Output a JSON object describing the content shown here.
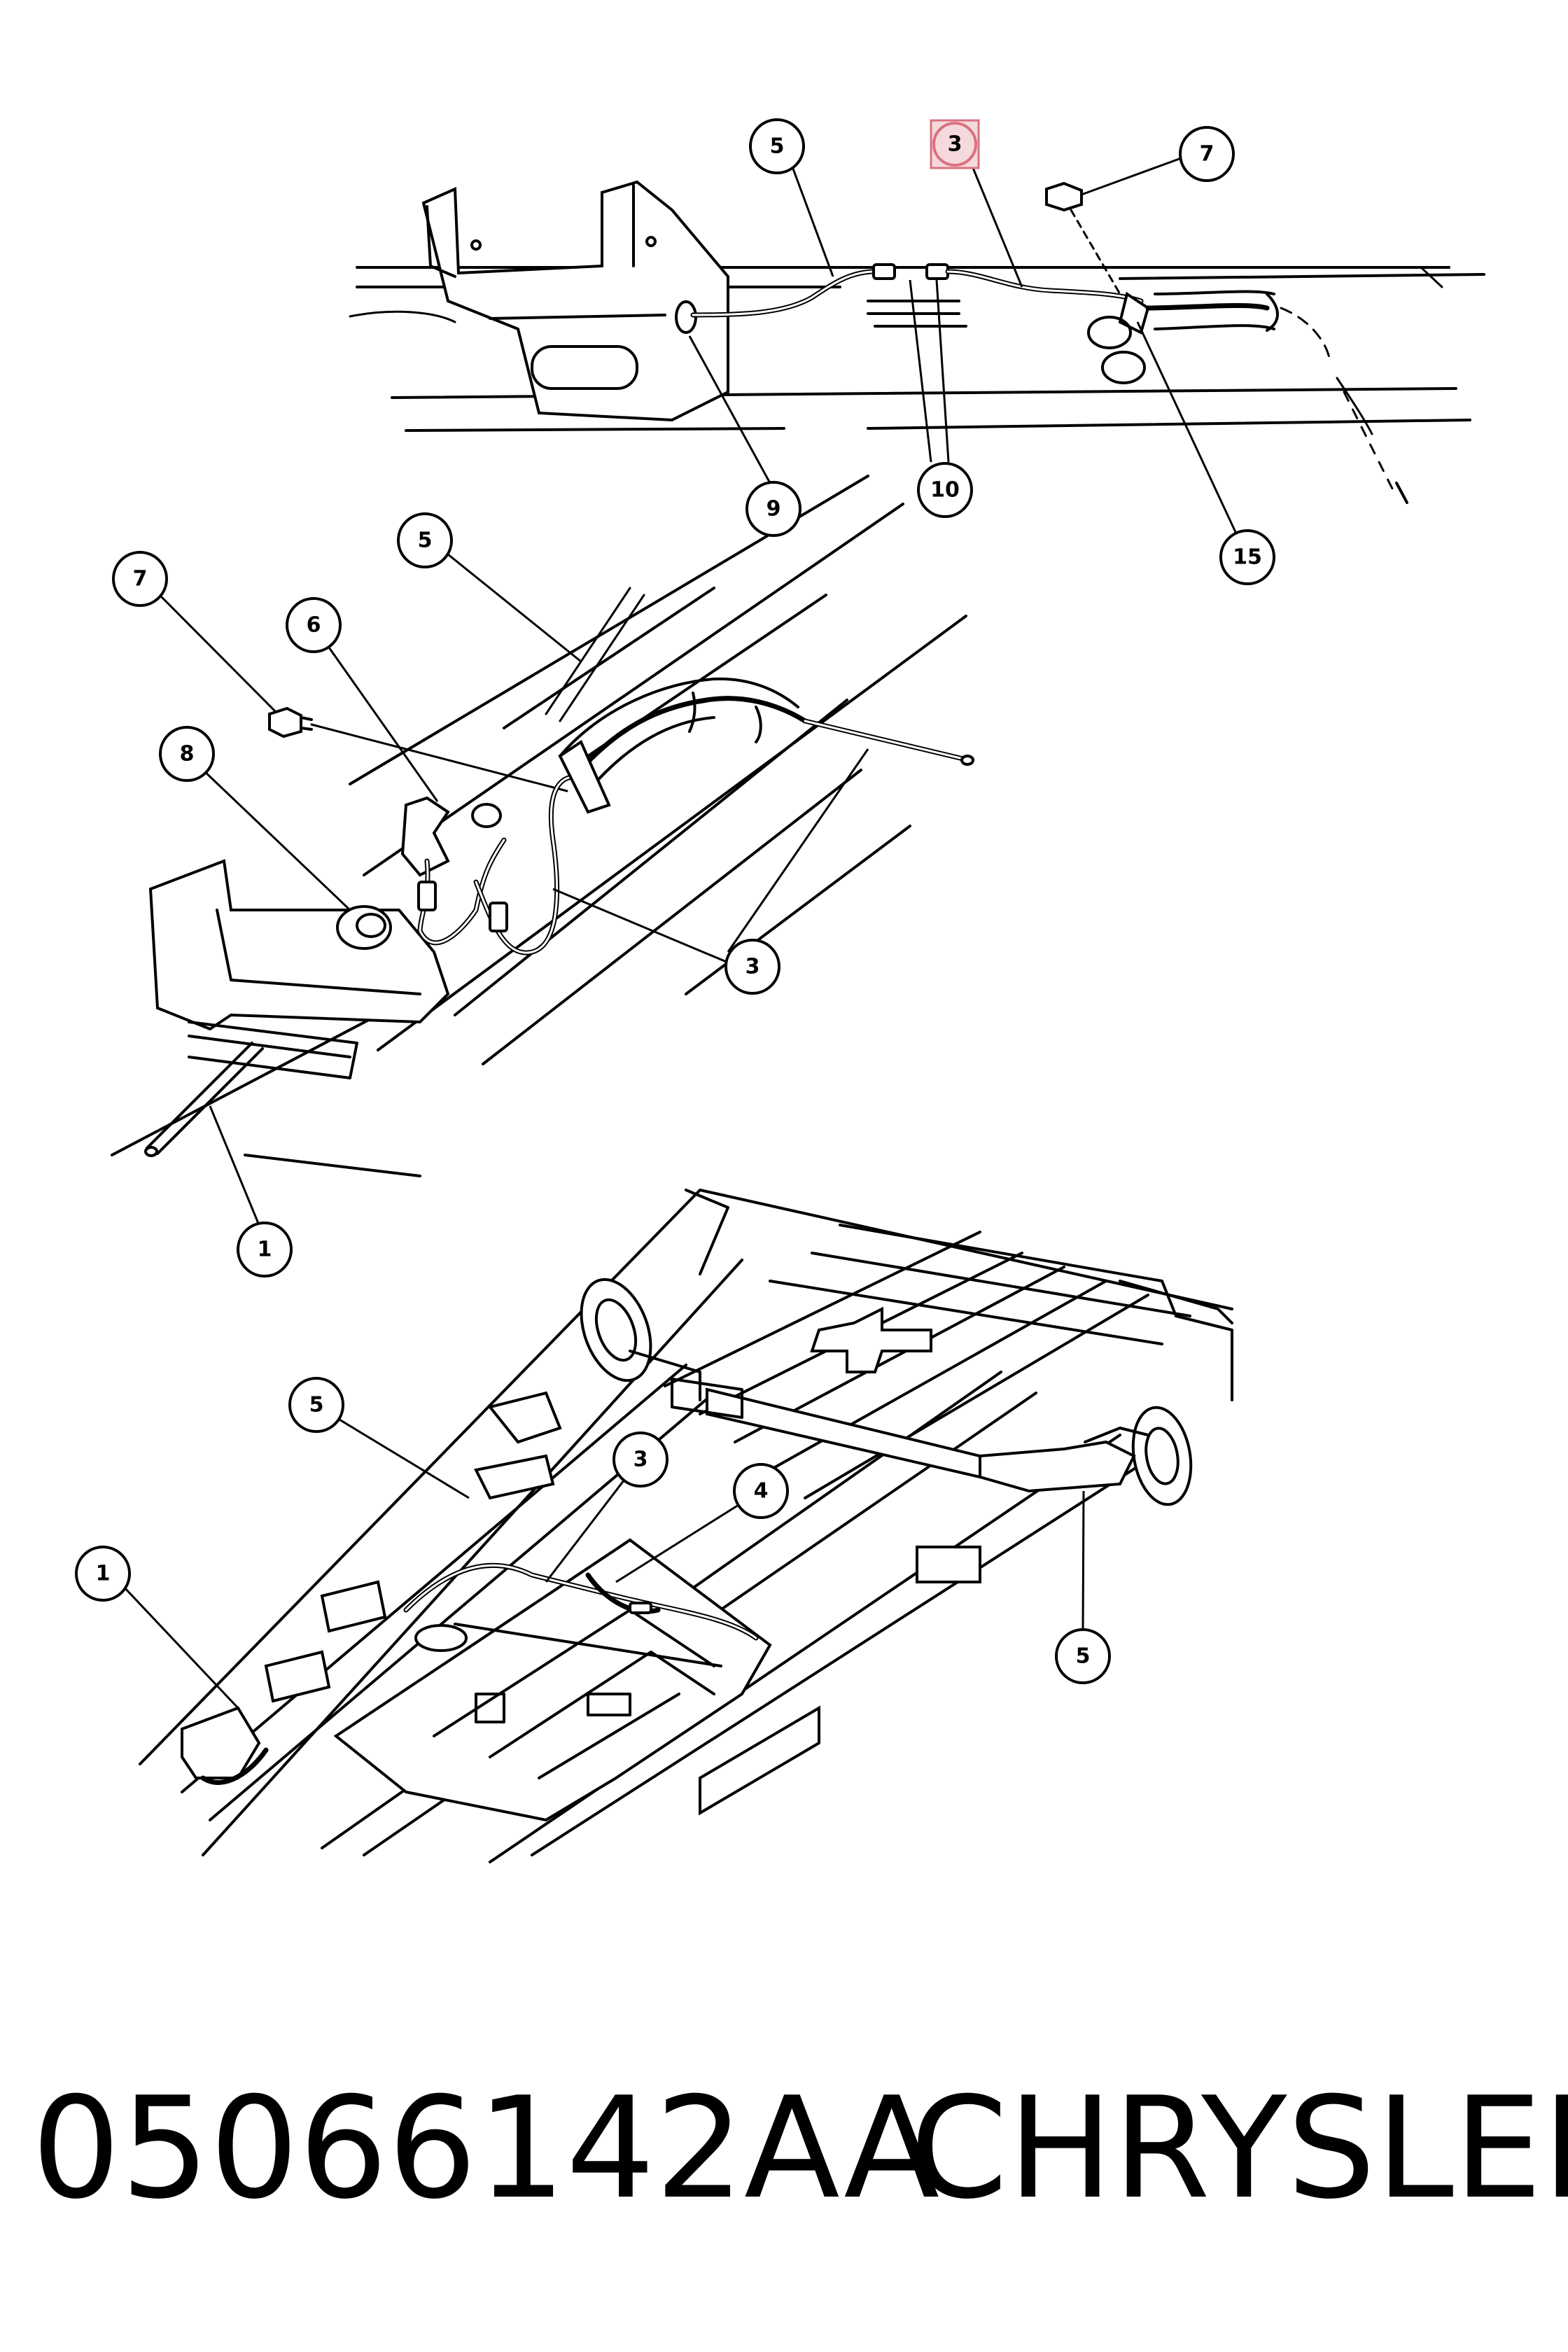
{
  "footer": {
    "part_number": "05066142AA",
    "brand": "CHRYSLER"
  },
  "highlight": {
    "label": "3",
    "fill": "#f6d9dc",
    "stroke": "#d9727f"
  },
  "views": [
    {
      "id": "top-view",
      "callouts": [
        "5",
        "3",
        "7",
        "9",
        "10",
        "15"
      ]
    },
    {
      "id": "middle-view",
      "callouts": [
        "5",
        "7",
        "6",
        "8",
        "3",
        "1"
      ]
    },
    {
      "id": "bottom-view",
      "callouts": [
        "5",
        "3",
        "4",
        "1",
        "5"
      ]
    }
  ]
}
